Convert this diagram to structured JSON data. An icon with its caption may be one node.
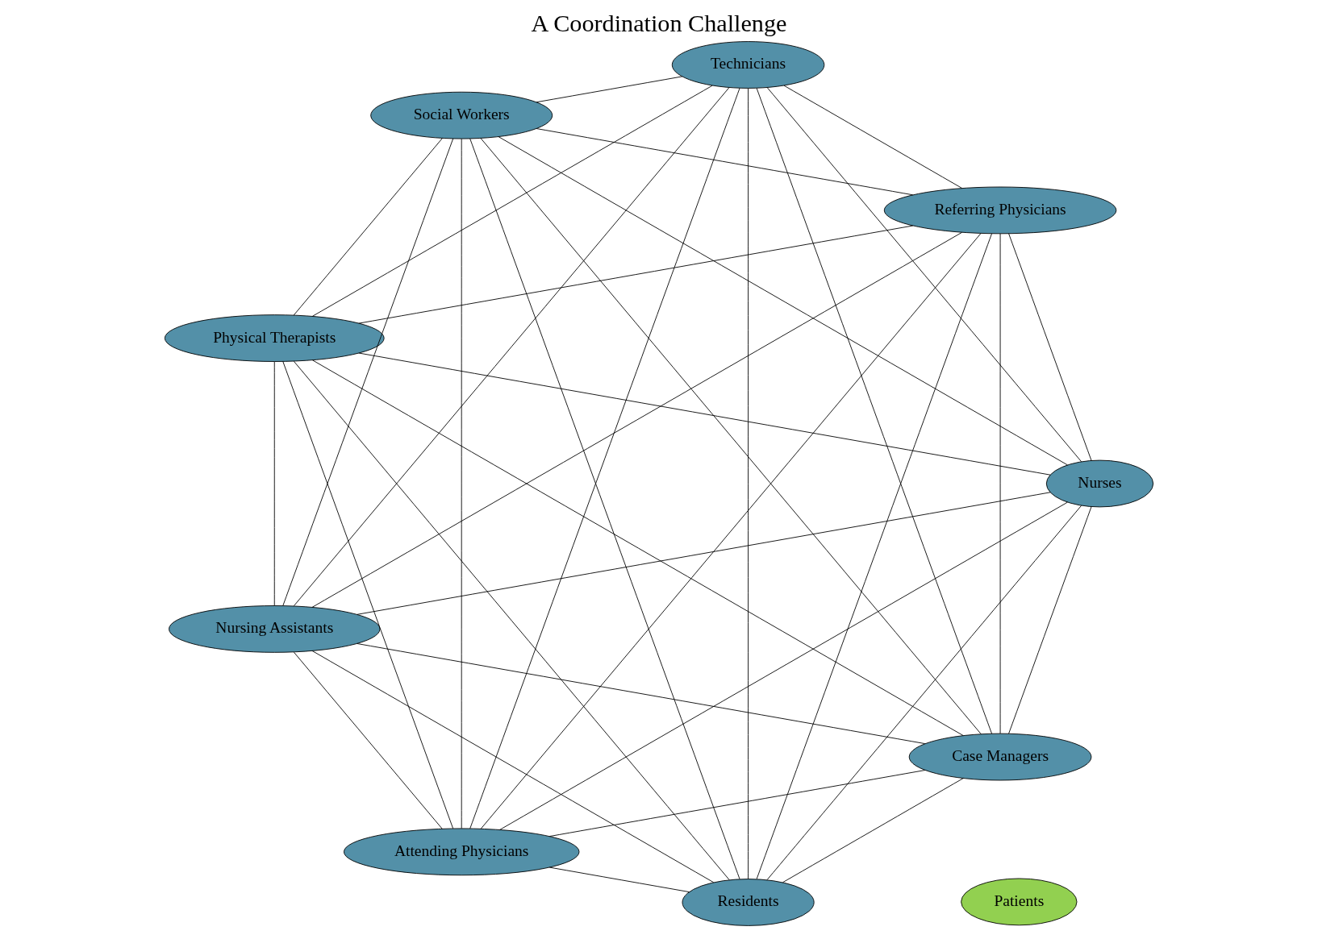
{
  "diagram": {
    "title": "A Coordination Challenge",
    "nodes": [
      {
        "text": [
          "Case Managers"
        ]
      },
      {
        "text": [
          "Nurses"
        ]
      },
      {
        "text": [
          "Attending Physicians"
        ]
      },
      {
        "text": [
          "Nursing Assistants"
        ]
      },
      {
        "text": [
          "Physical Therapists"
        ]
      },
      {
        "text": [
          "Patients"
        ]
      },
      {
        "text": [
          "Social Workers"
        ]
      },
      {
        "text": [
          "Technicians"
        ]
      },
      {
        "text": [
          "Referring Physicians"
        ]
      },
      {
        "text": [
          "Residents"
        ]
      }
    ],
    "edges": [
      {
        "from": 0,
        "to": 1,
        "arrow": "none"
      },
      {
        "from": 0,
        "to": 2,
        "arrow": "none"
      },
      {
        "from": 0,
        "to": 3,
        "arrow": "none"
      },
      {
        "from": 0,
        "to": 4,
        "arrow": "none"
      },
      {
        "from": 0,
        "to": 6,
        "arrow": "none"
      },
      {
        "from": 0,
        "to": 7,
        "arrow": "none"
      },
      {
        "from": 0,
        "to": 8,
        "arrow": "none"
      },
      {
        "from": 0,
        "to": 9,
        "arrow": "none"
      },
      {
        "from": 1,
        "to": 2,
        "arrow": "none"
      },
      {
        "from": 1,
        "to": 3,
        "arrow": "none"
      },
      {
        "from": 1,
        "to": 4,
        "arrow": "none"
      },
      {
        "from": 1,
        "to": 6,
        "arrow": "none"
      },
      {
        "from": 1,
        "to": 7,
        "arrow": "none"
      },
      {
        "from": 1,
        "to": 8,
        "arrow": "none"
      },
      {
        "from": 1,
        "to": 9,
        "arrow": "none"
      },
      {
        "from": 2,
        "to": 3,
        "arrow": "none"
      },
      {
        "from": 2,
        "to": 4,
        "arrow": "none"
      },
      {
        "from": 2,
        "to": 6,
        "arrow": "none"
      },
      {
        "from": 2,
        "to": 7,
        "arrow": "none"
      },
      {
        "from": 2,
        "to": 8,
        "arrow": "none"
      },
      {
        "from": 2,
        "to": 9,
        "arrow": "none"
      },
      {
        "from": 3,
        "to": 4,
        "arrow": "none"
      },
      {
        "from": 3,
        "to": 6,
        "arrow": "none"
      },
      {
        "from": 3,
        "to": 7,
        "arrow": "none"
      },
      {
        "from": 3,
        "to": 8,
        "arrow": "none"
      },
      {
        "from": 3,
        "to": 9,
        "arrow": "none"
      },
      {
        "from": 4,
        "to": 6,
        "arrow": "none"
      },
      {
        "from": 4,
        "to": 7,
        "arrow": "none"
      },
      {
        "from": 4,
        "to": 8,
        "arrow": "none"
      },
      {
        "from": 4,
        "to": 9,
        "arrow": "none"
      },
      {
        "from": 6,
        "to": 7,
        "arrow": "none"
      },
      {
        "from": 6,
        "to": 8,
        "arrow": "none"
      },
      {
        "from": 6,
        "to": 9,
        "arrow": "none"
      },
      {
        "from": 7,
        "to": 8,
        "arrow": "none"
      },
      {
        "from": 7,
        "to": 9,
        "arrow": "none"
      },
      {
        "from": 8,
        "to": 9,
        "arrow": "none"
      }
    ]
  }
}
